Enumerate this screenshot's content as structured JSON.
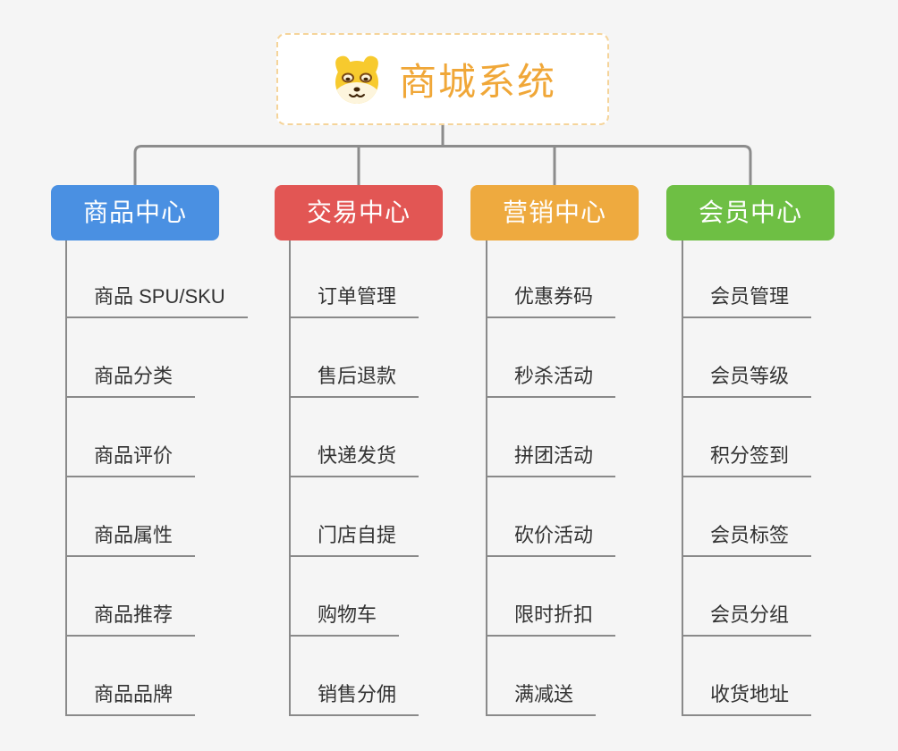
{
  "root": {
    "title": "商城系统",
    "icon": "dog-logo-icon"
  },
  "colors": {
    "background": "#f5f5f5",
    "root_text": "#f0a738",
    "root_border": "#f5d49a",
    "connector_line": "#8c8c8c",
    "leaf_underline": "#8a8a8a",
    "leaf_text": "#333333"
  },
  "branches": [
    {
      "label": "商品中心",
      "color": "#4a90e2",
      "children": [
        "商品 SPU/SKU",
        "商品分类",
        "商品评价",
        "商品属性",
        "商品推荐",
        "商品品牌"
      ]
    },
    {
      "label": "交易中心",
      "color": "#e25654",
      "children": [
        "订单管理",
        "售后退款",
        "快递发货",
        "门店自提",
        "购物车",
        "销售分佣"
      ]
    },
    {
      "label": "营销中心",
      "color": "#eeaa3f",
      "children": [
        "优惠券码",
        "秒杀活动",
        "拼团活动",
        "砍价活动",
        "限时折扣",
        "满减送"
      ]
    },
    {
      "label": "会员中心",
      "color": "#6ebf44",
      "children": [
        "会员管理",
        "会员等级",
        "积分签到",
        "会员标签",
        "会员分组",
        "收货地址"
      ]
    }
  ]
}
